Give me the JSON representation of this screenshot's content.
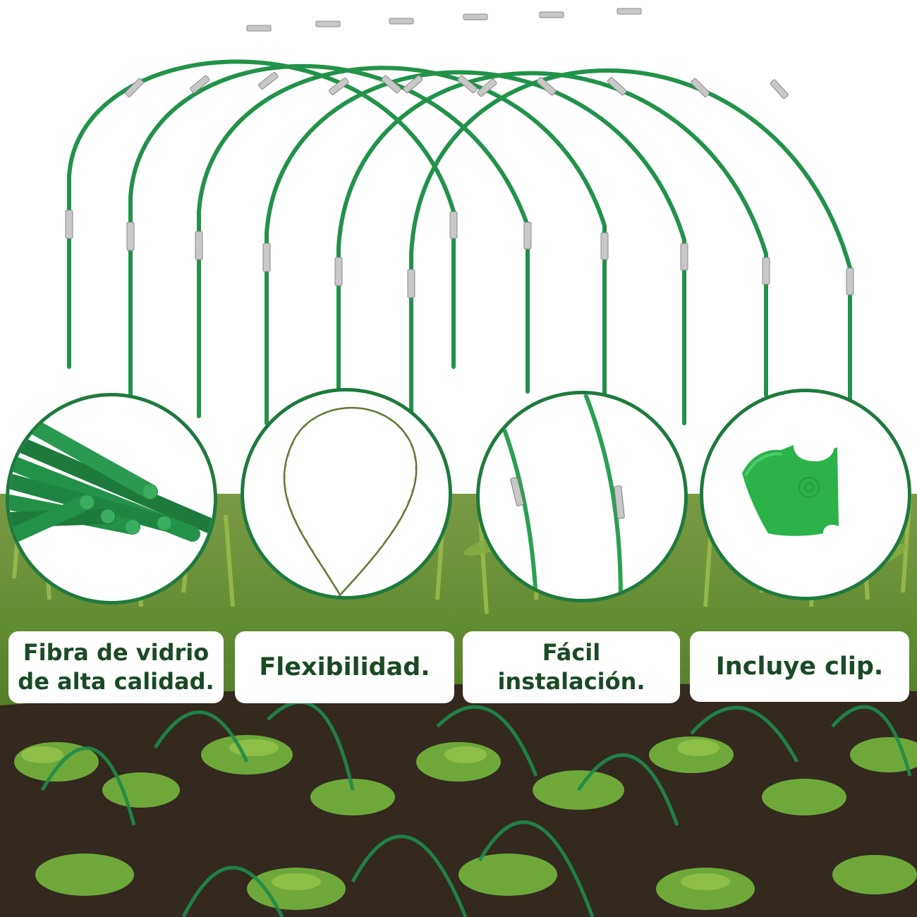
{
  "colors": {
    "hoop_green": "#22924a",
    "connector_silver": "#bdbdbd",
    "circle_border": "#1f7a3d",
    "label_text": "#1a4a25",
    "clip_green": "#2bb34a"
  },
  "icons": {
    "rods": "fiberglass-rods-icon",
    "flex": "bent-rod-icon",
    "connector": "rod-connector-icon",
    "clip": "clip-icon"
  },
  "features": [
    {
      "line1": "Fibra de vidrio",
      "line2": "de alta calidad."
    },
    {
      "line1": "Flexibilidad."
    },
    {
      "line1": "Fácil",
      "line2": "instalación."
    },
    {
      "line1": "Incluye clip."
    }
  ]
}
